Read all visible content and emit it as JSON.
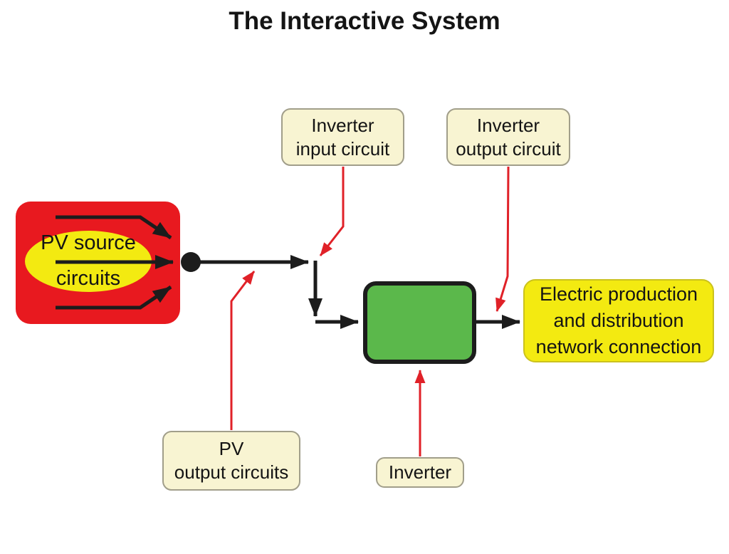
{
  "colors": {
    "background": "#ffffff",
    "ink": "#1c1c1c",
    "pv-red": "#e8191f",
    "bright-yellow": "#f3ea11",
    "yellow-border": "#cbc21d",
    "inverter-green": "#5bb84b",
    "cream": "#f8f4d2",
    "cream-border": "#a19e8a",
    "leader-red": "#e02128"
  },
  "title": "The Interactive System",
  "blocks": {
    "pv_source": {
      "lines": [
        "PV source",
        "circuits"
      ]
    },
    "network": {
      "lines": [
        "Electric production",
        "and distribution",
        "network connection"
      ]
    }
  },
  "callouts": {
    "inverter_input": {
      "lines": [
        "Inverter",
        "input circuit"
      ]
    },
    "inverter_output": {
      "lines": [
        "Inverter",
        "output circuit"
      ]
    },
    "pv_output": {
      "lines": [
        "PV",
        "output circuits"
      ]
    },
    "inverter": {
      "lines": [
        "Inverter"
      ]
    }
  }
}
